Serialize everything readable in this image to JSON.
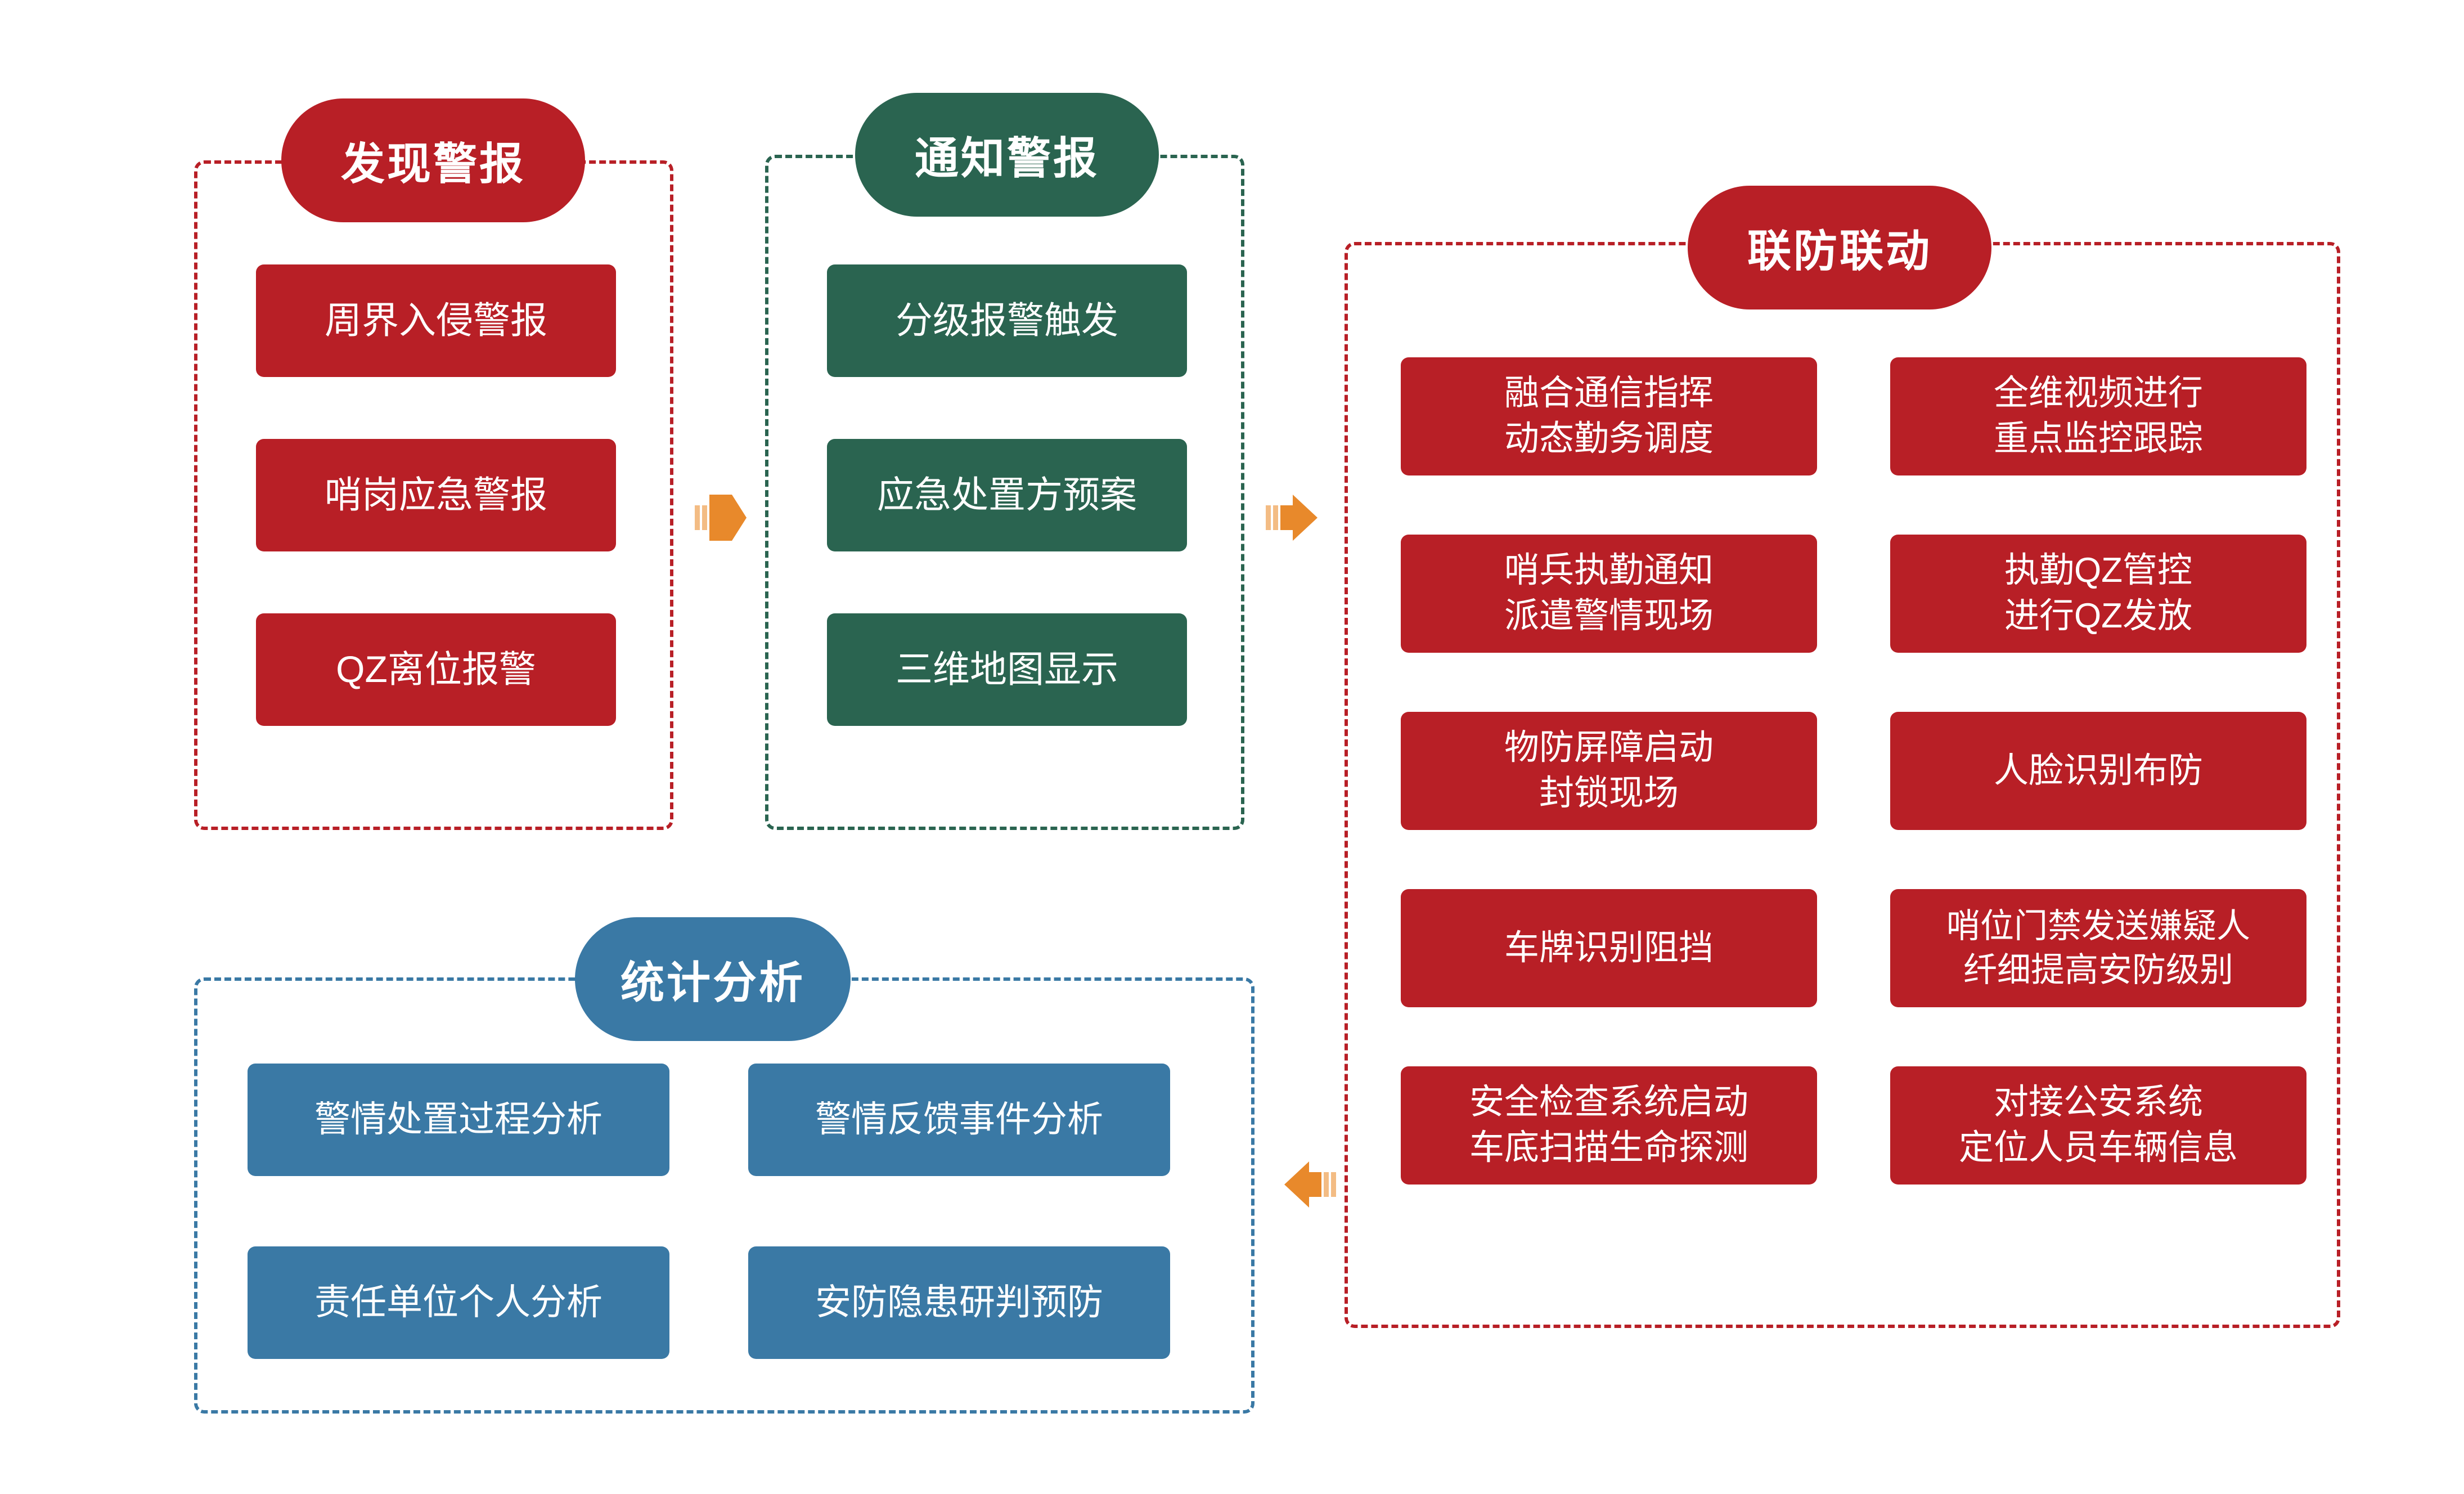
{
  "colors": {
    "red": "#B81F26",
    "green": "#2A6450",
    "blue": "#3A79A5",
    "arrow_main": "#E8892B",
    "arrow_tail": "#F3BC84",
    "text_on_fill": "#FFFFFF",
    "background": "#FFFFFF"
  },
  "groups": {
    "discover_alarm": {
      "title": "发现警报",
      "accent": "#B81F26",
      "items": [
        {
          "label": "周界入侵警报"
        },
        {
          "label": "哨岗应急警报"
        },
        {
          "label": "QZ离位报警"
        }
      ]
    },
    "notify_alarm": {
      "title": "通知警报",
      "accent": "#2A6450",
      "items": [
        {
          "label": "分级报警触发"
        },
        {
          "label": "应急处置方预案"
        },
        {
          "label": "三维地图显示"
        }
      ]
    },
    "joint_defense": {
      "title": "联防联动",
      "accent": "#B81F26",
      "left_items": [
        {
          "line1": "融合通信指挥",
          "line2": "动态勤务调度"
        },
        {
          "line1": "哨兵执勤通知",
          "line2": "派遣警情现场"
        },
        {
          "line1": "物防屏障启动",
          "line2": "封锁现场"
        },
        {
          "line1": "车牌识别阻挡",
          "line2": ""
        },
        {
          "line1": "安全检查系统启动",
          "line2": "车底扫描生命探测"
        }
      ],
      "right_items": [
        {
          "line1": "全维视频进行",
          "line2": "重点监控跟踪"
        },
        {
          "line1": "执勤QZ管控",
          "line2": "进行QZ发放"
        },
        {
          "line1": "人脸识别布防",
          "line2": ""
        },
        {
          "line1": "哨位门禁发送嫌疑人",
          "line2": "纤细提高安防级别"
        },
        {
          "line1": "对接公安系统",
          "line2": "定位人员车辆信息"
        }
      ]
    },
    "statistics": {
      "title": "统计分析",
      "accent": "#3A79A5",
      "items": [
        {
          "label": "警情处置过程分析"
        },
        {
          "label": "警情反馈事件分析"
        },
        {
          "label": "责任单位个人分析"
        },
        {
          "label": "安防隐患研判预防"
        }
      ]
    }
  },
  "arrows": [
    {
      "name": "arrow-discover-to-notify",
      "direction": "right"
    },
    {
      "name": "arrow-notify-to-joint",
      "direction": "right"
    },
    {
      "name": "arrow-joint-to-statistics",
      "direction": "left"
    }
  ]
}
